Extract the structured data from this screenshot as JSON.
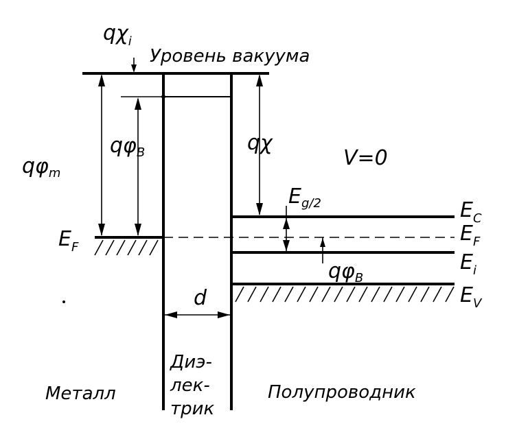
{
  "labels": {
    "vacuum_level": "Уровень вакуума",
    "q_chi_i": "qχ",
    "q_chi_i_sub": "i",
    "q_phi_m": "qφ",
    "q_phi_m_sub": "m",
    "q_phi_B": "qφ",
    "q_phi_B_sub": "B",
    "q_chi": "qχ",
    "v_zero": "V=0",
    "eg_half": "E",
    "eg_half_sub": "g/2",
    "e_f_left": "E",
    "e_f_left_sub": "F",
    "e_c": "E",
    "e_c_sub": "C",
    "e_f_right": "E",
    "e_f_right_sub": "F",
    "e_i": "E",
    "e_i_sub": "i",
    "q_phi_b_small": "qφ",
    "q_phi_b_small_sub": "B",
    "e_v": "E",
    "e_v_sub": "V",
    "d": "d",
    "metal": "Металл",
    "dielectric_1": "Диэ-",
    "dielectric_2": "лек-",
    "dielectric_3": "трик",
    "semiconductor": "Полупроводник"
  }
}
